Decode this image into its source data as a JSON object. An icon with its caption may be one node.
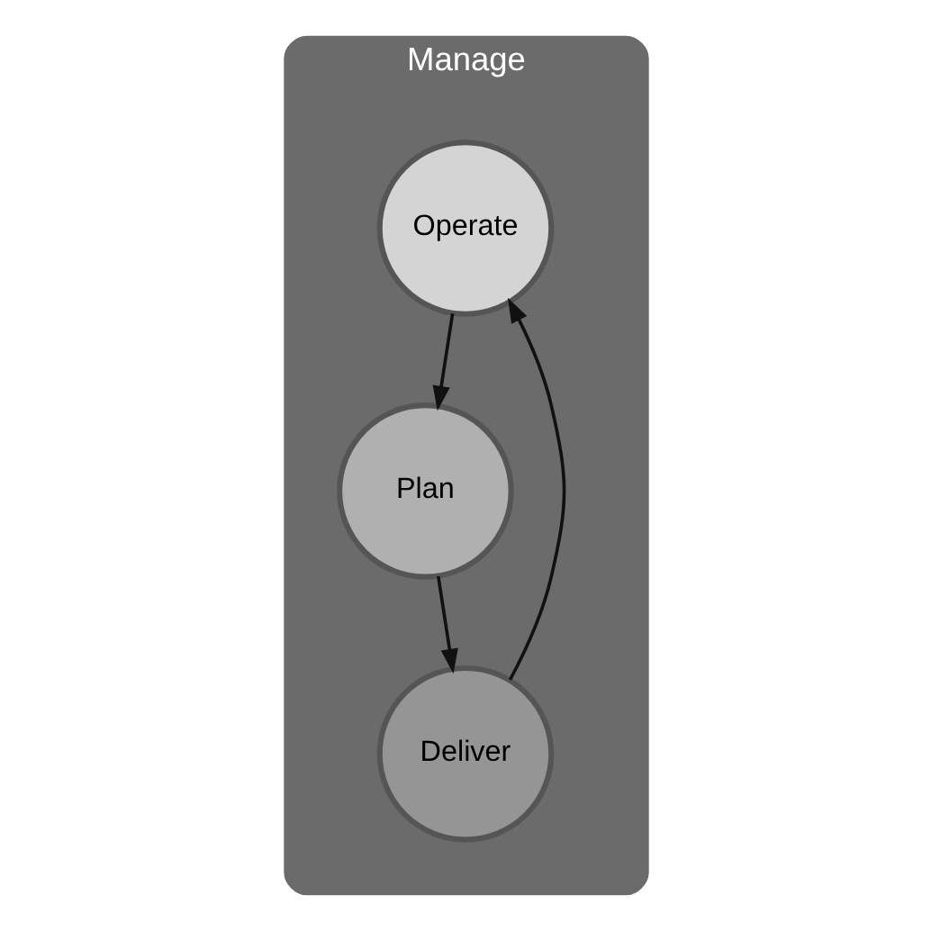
{
  "diagram": {
    "nodes": [
      {
        "text": [
          "Manage"
        ]
      },
      {
        "text": [
          "Operate"
        ],
        "in": 0
      },
      {
        "text": [
          "Plan"
        ],
        "in": 0
      },
      {
        "text": [
          "Deliver"
        ],
        "in": 0
      }
    ],
    "edges": [
      {
        "from": 1,
        "to": 2,
        "arrow": "to"
      },
      {
        "from": 2,
        "to": 3,
        "arrow": "to"
      },
      {
        "from": 3,
        "to": 1,
        "arrow": "to"
      }
    ]
  }
}
